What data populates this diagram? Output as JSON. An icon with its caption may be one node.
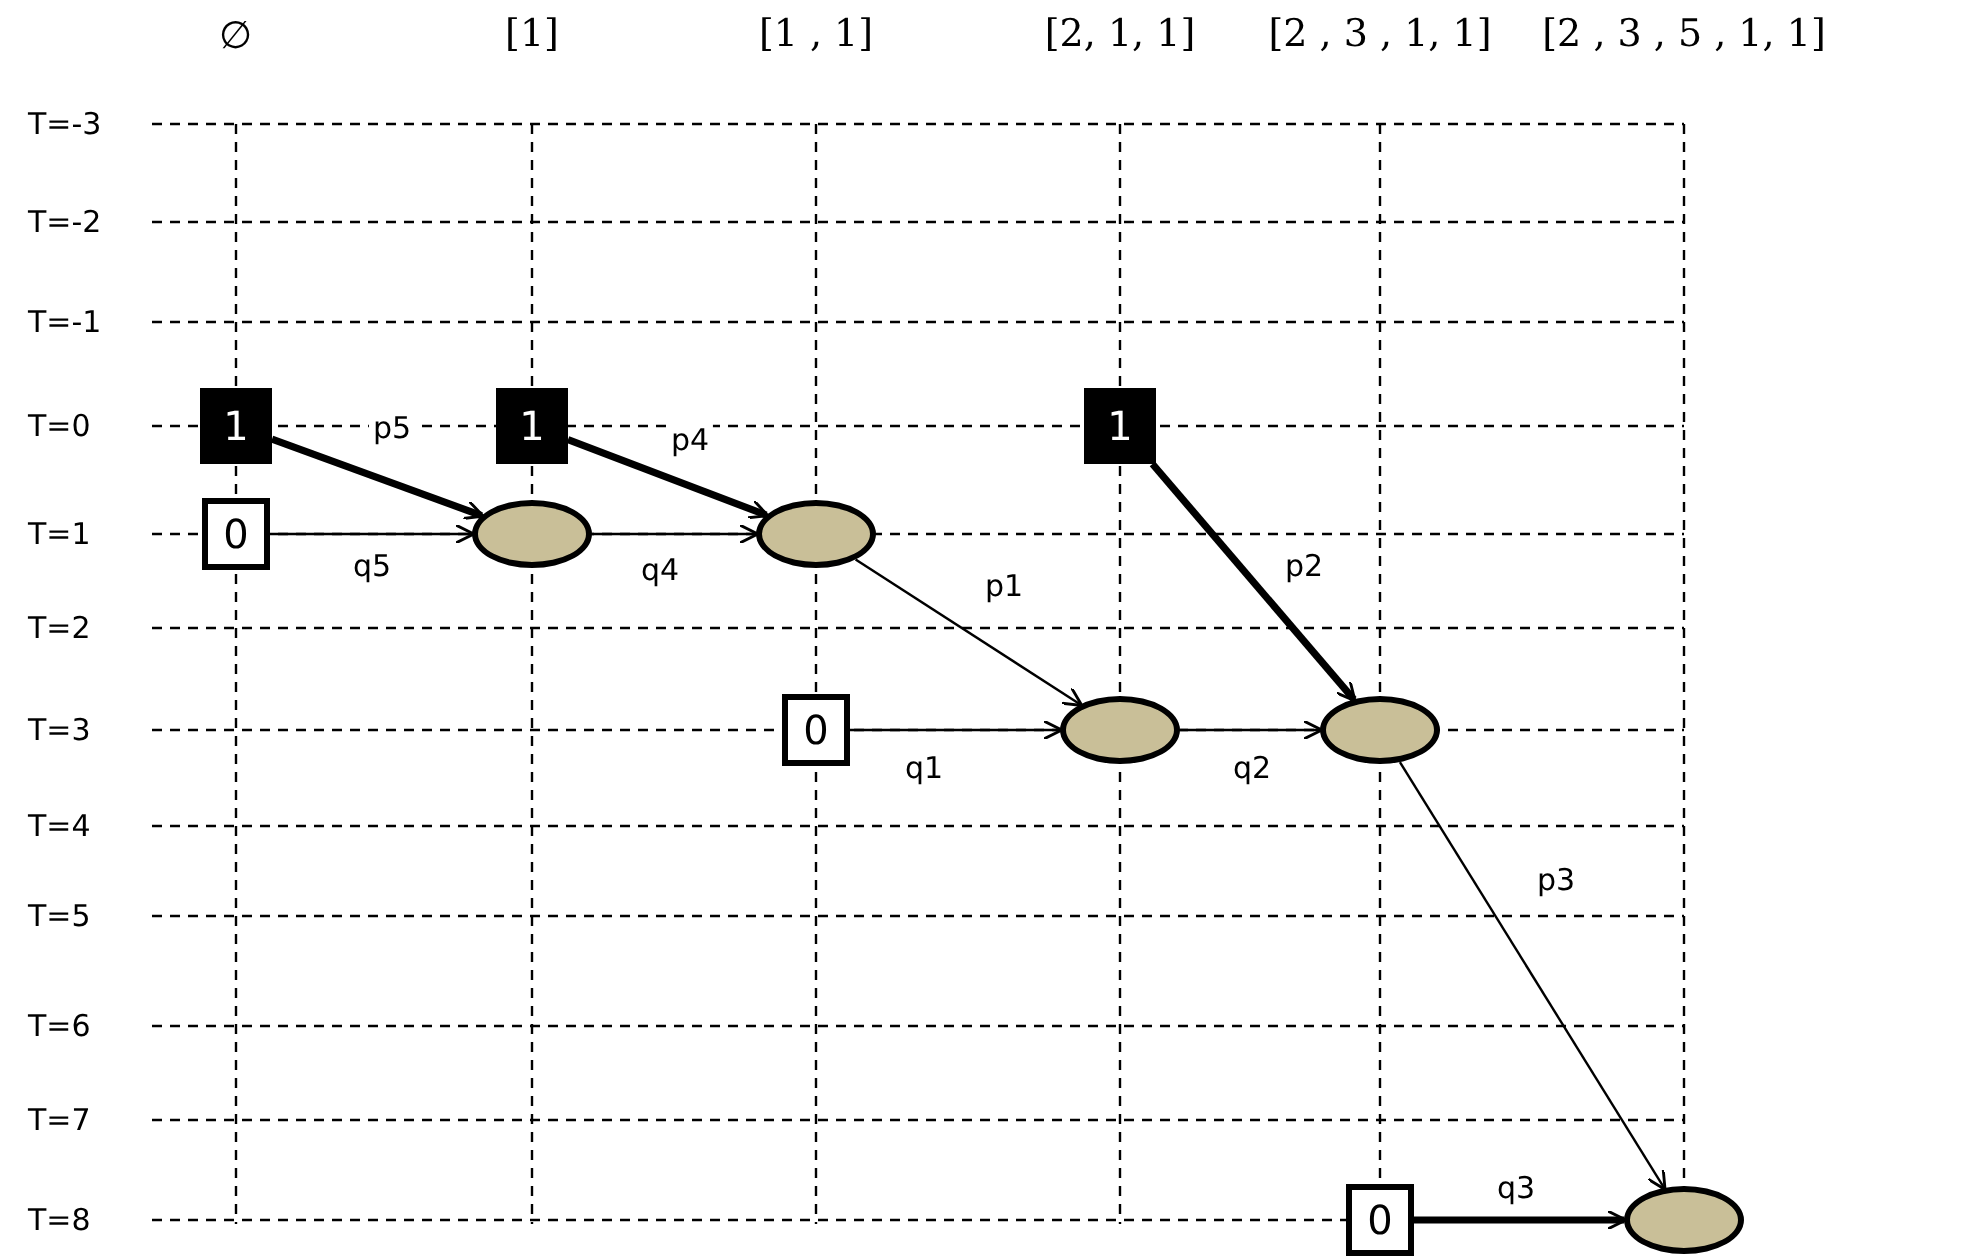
{
  "diagram": {
    "nodes": [
      {
        "text": [
          "1"
        ]
      },
      {
        "text": [
          "1"
        ]
      },
      {
        "text": [
          "1"
        ]
      },
      {
        "text": [
          "0"
        ]
      },
      {
        "text": [],
        "shape": "circle"
      },
      {
        "text": [],
        "shape": "circle"
      },
      {
        "text": [
          "0"
        ]
      },
      {
        "text": [],
        "shape": "circle"
      },
      {
        "text": [],
        "shape": "circle"
      },
      {
        "text": [
          "0"
        ]
      },
      {
        "text": [],
        "shape": "circle"
      }
    ],
    "edges": [
      {
        "from": 0,
        "to": 4,
        "arrow": "to",
        "label": "p5",
        "style": "thick"
      },
      {
        "from": 3,
        "to": 4,
        "arrow": "to",
        "label": "q5"
      },
      {
        "from": 1,
        "to": 5,
        "arrow": "to",
        "label": "p4",
        "style": "thick"
      },
      {
        "from": 4,
        "to": 5,
        "arrow": "to",
        "label": "q4"
      },
      {
        "from": 5,
        "to": 7,
        "arrow": "to",
        "label": "p1"
      },
      {
        "from": 6,
        "to": 7,
        "arrow": "to",
        "label": "q1"
      },
      {
        "from": 2,
        "to": 8,
        "arrow": "to",
        "label": "p2",
        "style": "thick"
      },
      {
        "from": 7,
        "to": 8,
        "arrow": "to",
        "label": "q2"
      },
      {
        "from": 8,
        "to": 10,
        "arrow": "to",
        "label": "p3"
      },
      {
        "from": 9,
        "to": 10,
        "arrow": "to",
        "label": "q3",
        "style": "thick"
      }
    ],
    "labels": [
      "∅",
      "[1]",
      "[1 , 1]",
      "[2, 1, 1]",
      "[2 , 3 , 1, 1]",
      "[2 , 3 , 5 , 1, 1]",
      "T=-3",
      "T=-2",
      "T=-1",
      "T=0",
      "T=1",
      "T=2",
      "T=3",
      "T=4",
      "T=5",
      "T=6",
      "T=7",
      "T=8"
    ]
  }
}
